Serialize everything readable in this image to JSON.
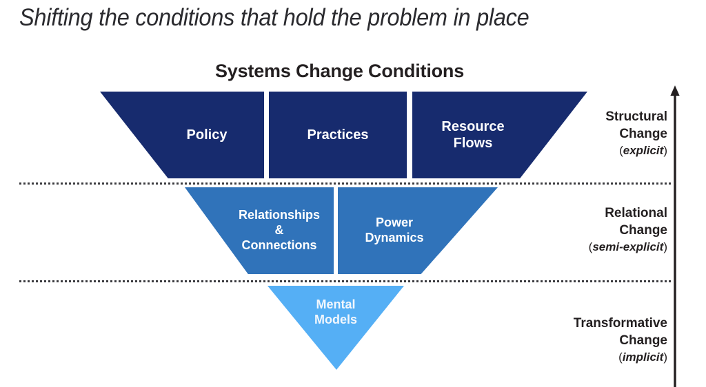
{
  "slide": {
    "title": "Shifting the conditions that hold the problem in place",
    "diagram_heading": "Systems Change Conditions"
  },
  "colors": {
    "structural": "#172b6e",
    "relational": "#3073ba",
    "transformative": "#55aff5",
    "text_dark": "#231f20",
    "divider": "#3b3b3f",
    "background": "#ffffff"
  },
  "funnel": {
    "tiers": [
      {
        "id": "structural",
        "blocks": [
          {
            "label": "Policy"
          },
          {
            "label": "Practices"
          },
          {
            "label_line_1": "Resource",
            "label_line_2": "Flows"
          }
        ],
        "caption": {
          "line_1": "Structural",
          "line_2": "Change",
          "open_paren": "(",
          "modifier": "explicit",
          "close_paren": ")"
        }
      },
      {
        "id": "relational",
        "blocks": [
          {
            "label_line_1": "Relationships",
            "label_line_2": "&",
            "label_line_3": "Connections"
          },
          {
            "label_line_1": "Power",
            "label_line_2": "Dynamics"
          }
        ],
        "caption": {
          "line_1": "Relational",
          "line_2": "Change",
          "open_paren": "(",
          "modifier": "semi-explicit",
          "close_paren": ")"
        }
      },
      {
        "id": "transformative",
        "blocks": [
          {
            "label_line_1": "Mental",
            "label_line_2": "Models"
          }
        ],
        "caption": {
          "line_1": "Transformative",
          "line_2": "Change",
          "open_paren": "(",
          "modifier": "implicit",
          "close_paren": ")"
        }
      }
    ]
  },
  "annotations": {
    "arrow_icon": "up-arrow-icon",
    "bottom_artifact": "......"
  }
}
